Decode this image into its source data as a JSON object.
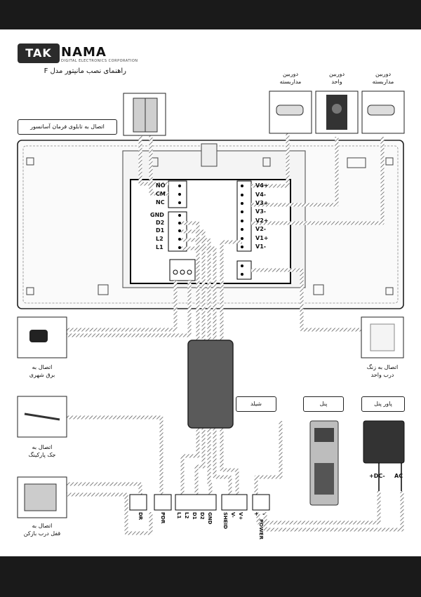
{
  "header": {
    "logo": "TAK NAMA",
    "logo_sub": "DIGITAL ELECTRONICS CORPORATION",
    "title": "راهنمای نصب مانیتور مدل F"
  },
  "labels": {
    "elevator": "اتصال به تابلوی فرمان آسانسور",
    "mains": "اتصال به\nبرق شهری",
    "doorbell": "اتصال به زنگ\nدرب واحد",
    "parking": "اتصال به\nجک پارکینگ",
    "lock": "اتصال به\nقفل درب بازکن",
    "cctv1": "دوربین\nمداربسته",
    "unit_cam": "دوربین\nواحد",
    "cctv2": "دوربین\nمداربسته",
    "shield": "شیلد",
    "panel": "پنل",
    "panel_power": "پاور پنل",
    "dc": "+DC-",
    "ac": "AC"
  },
  "monitor_terminals": {
    "relay": [
      "NO",
      "CM",
      "NC"
    ],
    "bus": [
      "GND",
      "D2",
      "D1",
      "L2",
      "L1"
    ],
    "video": [
      "V4+",
      "V4-",
      "V3+",
      "V3-",
      "V2+",
      "V2-",
      "V1+",
      "V1-"
    ]
  },
  "bottom_terminals": [
    "DR",
    "PDR",
    "L1",
    "L2",
    "D1",
    "D2",
    "GND",
    "SHEID",
    "V-",
    "V+",
    "POWER"
  ],
  "power_signs": [
    "+",
    "-"
  ]
}
